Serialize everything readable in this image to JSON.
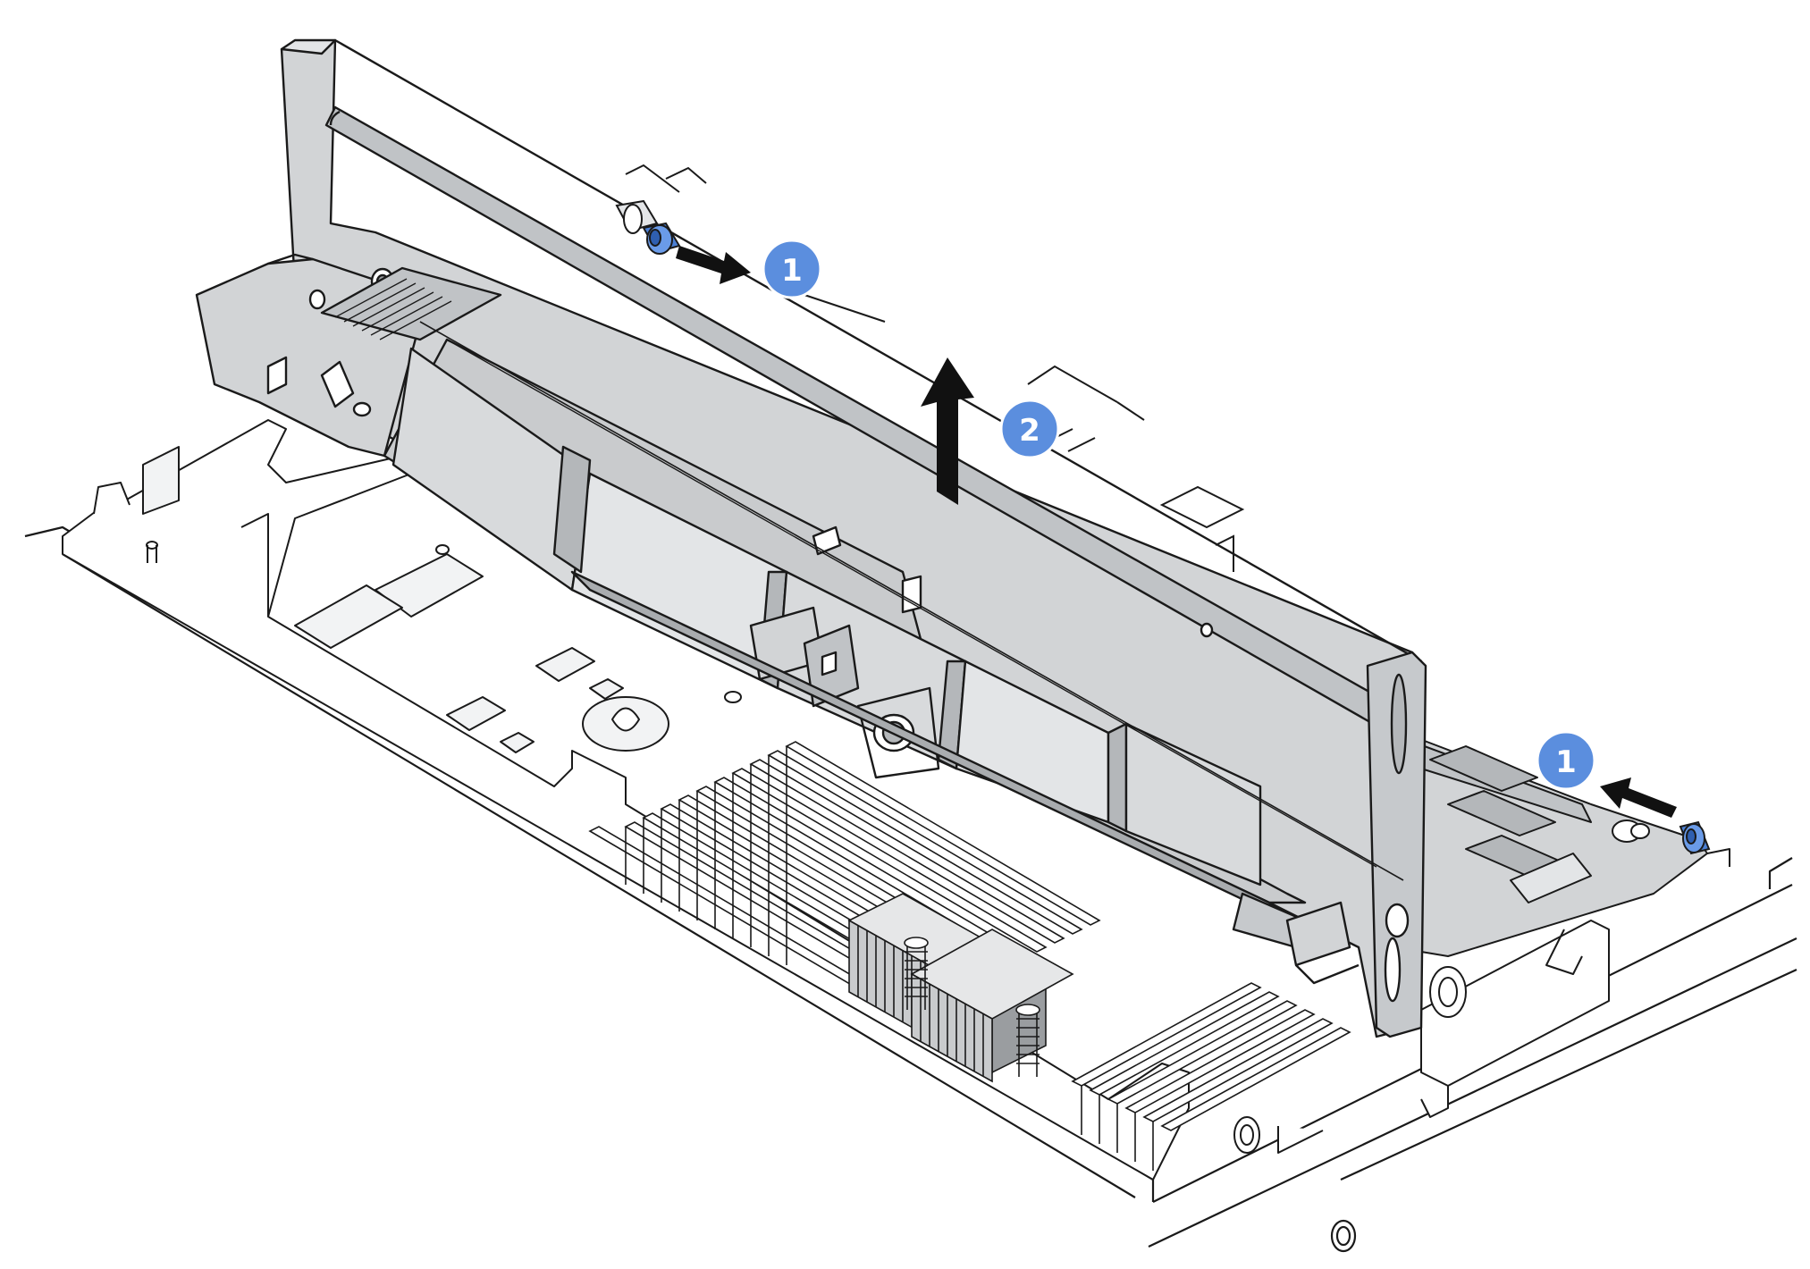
{
  "colors": {
    "background": "#ffffff",
    "line": "#1a1a1a",
    "metal": "#d2d4d6",
    "metal_dark": "#b4b7ba",
    "metal_light": "#e3e5e7",
    "plunger": "#4a7fd4",
    "callout": "#5b8ede",
    "arrow": "#111111"
  },
  "callouts": [
    {
      "id": "plunger-left",
      "label": "1"
    },
    {
      "id": "lift",
      "label": "2"
    },
    {
      "id": "plunger-right",
      "label": "1"
    }
  ]
}
